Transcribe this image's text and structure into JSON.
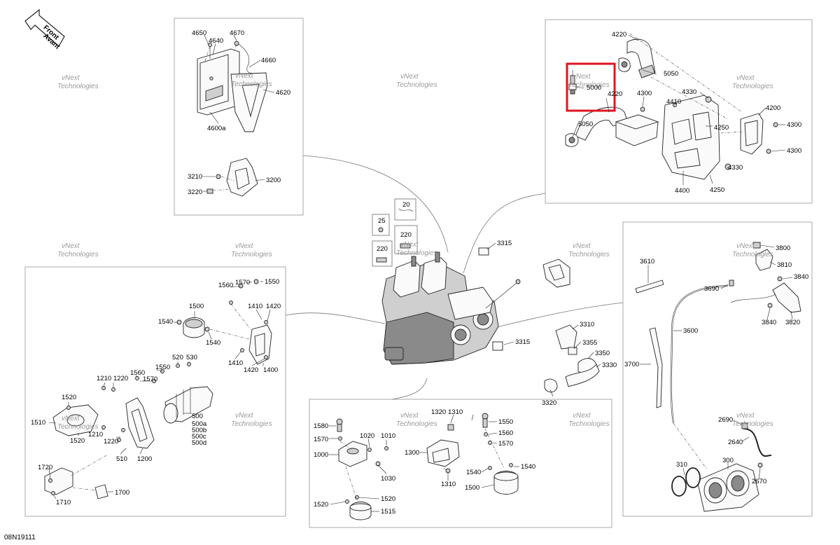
{
  "direction_arrow": {
    "line1": "Front",
    "line2": "Avant"
  },
  "watermark": {
    "line1": "vNext",
    "line2": "Technologies"
  },
  "drawing_code": "08N19111",
  "callouts": {
    "p4650": "4650",
    "p4670": "4670",
    "p4640": "4640",
    "p4660": "4660",
    "p4620": "4620",
    "p4600a": "4600a",
    "p3210": "3210",
    "p3200": "3200",
    "p3220": "3220",
    "p4220a": "4220",
    "p5050a": "5050",
    "p5000": "5000",
    "p4220b": "4220",
    "p4300a": "4300",
    "p4330a": "4330",
    "p4410": "4410",
    "p4200": "4200",
    "p5050b": "5050",
    "p4250a": "4250",
    "p4300b": "4300",
    "p4300c": "4300",
    "p4330b": "4330",
    "p4400": "4400",
    "p4250b": "4250",
    "p20": "20",
    "p25": "25",
    "p220a": "220",
    "p220b": "220",
    "p3315a": "3315",
    "p3315b": "3315",
    "p3310": "3310",
    "p3355": "3355",
    "p3350": "3350",
    "p3330": "3330",
    "p3320": "3320",
    "p1560a": "1560",
    "p1570a": "1570",
    "p1550a": "1550",
    "p1500a": "1500",
    "p1410a": "1410",
    "p1420a": "1420",
    "p1540a": "1540",
    "p1540b": "1540",
    "p1410b": "1410",
    "p1420b": "1420",
    "p1400": "1400",
    "p520": "520",
    "p530": "530",
    "p1560b": "1560",
    "p1550b": "1550",
    "p1210a": "1210",
    "p1220a": "1220",
    "p1570b": "1570",
    "p1520a": "1520",
    "p1510": "1510",
    "p1210b": "1210",
    "p1520b": "1520",
    "p1220b": "1220",
    "p500": "500",
    "p500a": "500a",
    "p500b": "500b",
    "p500c": "500c",
    "p500d": "500d",
    "p510": "510",
    "p1200": "1200",
    "p1720": "1720",
    "p1710": "1710",
    "p1700": "1700",
    "p1320": "1320",
    "p1310a": "1310",
    "p1580": "1580",
    "p1020": "1020",
    "p1010": "1010",
    "p1570c": "1570",
    "p1000": "1000",
    "p1550c": "1550",
    "p1560c": "1560",
    "p1570d": "1570",
    "p1300": "1300",
    "p1540c": "1540",
    "p1540d": "1540",
    "p1030": "1030",
    "p1310b": "1310",
    "p1500b": "1500",
    "p1520c": "1520",
    "p1520d": "1520",
    "p1515": "1515",
    "p3610": "3610",
    "p3800": "3800",
    "p3810": "3810",
    "p3690": "3690",
    "p3840a": "3840",
    "p3600": "3600",
    "p3840b": "3840",
    "p3820": "3820",
    "p3700": "3700",
    "p2690": "2690",
    "p2640": "2640",
    "p310": "310",
    "p300": "300",
    "p2670": "2670"
  }
}
